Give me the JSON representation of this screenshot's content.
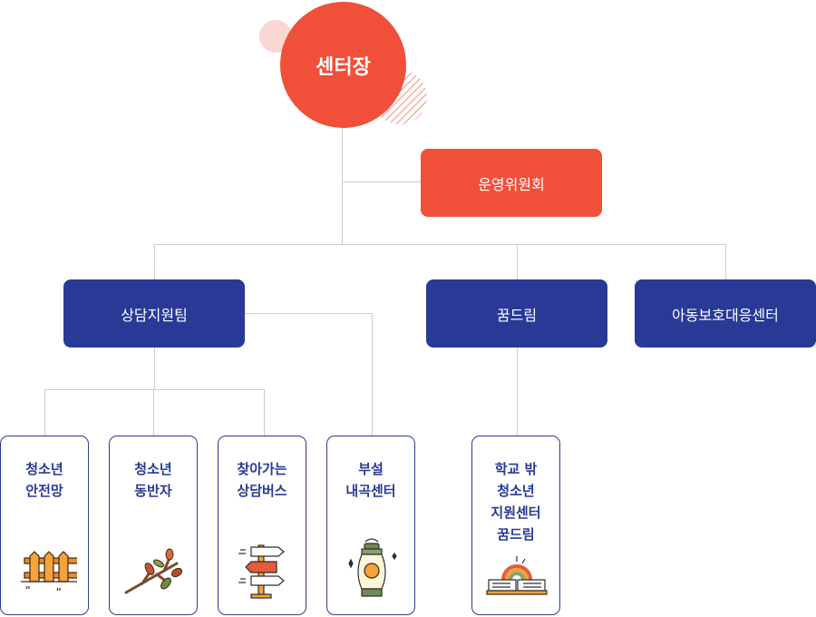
{
  "top": {
    "label": "센터장"
  },
  "committee": {
    "label": "운영위원회"
  },
  "teams": [
    {
      "label": "상담지원팀"
    },
    {
      "label": "꿈드림"
    },
    {
      "label": "아동보호대응센터"
    }
  ],
  "units": [
    {
      "lines": [
        "청소년",
        "안전망"
      ],
      "icon": "fence-icon"
    },
    {
      "lines": [
        "청소년",
        "동반자"
      ],
      "icon": "branch-icon"
    },
    {
      "lines": [
        "찾아가는",
        "상담버스"
      ],
      "icon": "signpost-icon"
    },
    {
      "lines": [
        "부설",
        "내곡센터"
      ],
      "icon": "lantern-icon"
    },
    {
      "lines": [
        "학교 밖",
        "청소년",
        "지원센터",
        "꿈드림"
      ],
      "icon": "book-rainbow-icon"
    }
  ],
  "colors": {
    "accent": "#f0503a",
    "navy": "#283a96",
    "line": "#cccccc"
  }
}
